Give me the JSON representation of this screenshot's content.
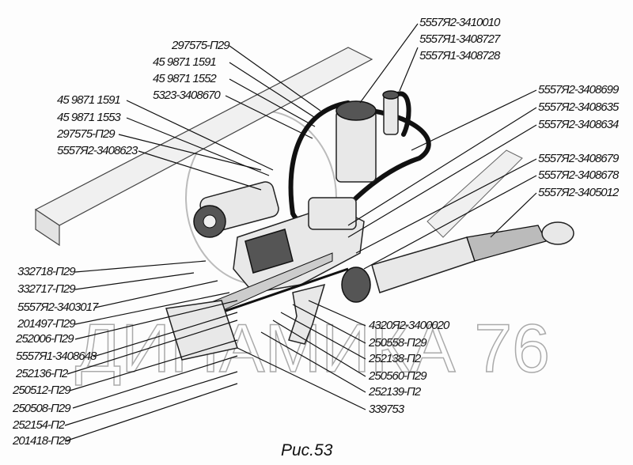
{
  "figure": {
    "caption": "Рис.53",
    "watermark": "ДИНАМИКА 76",
    "labels_top": [
      "297575-П29",
      "45 9871 1591",
      "45 9871 1552",
      "5323-3408670"
    ],
    "labels_left": [
      "45 9871 1591",
      "45 9871 1553",
      "297575-П29",
      "5557Я2-3408623"
    ],
    "labels_top_right": [
      "5557Я2-3410010",
      "5557Я1-3408727",
      "5557Я1-3408728"
    ],
    "labels_right": [
      "5557Я2-3408699",
      "5557Я2-3408635",
      "5557Я2-3408634",
      "5557Я2-3408679",
      "5557Я2-3408678",
      "5557Я2-3405012"
    ],
    "labels_bottom_left": [
      "332718-П29",
      "332717-П29",
      "5557Я2-3403017",
      "201497-П29",
      "252006-П29",
      "5557Я1-3408648",
      "252136-П2",
      "250512-П29",
      "250508-П29",
      "252154-П2",
      "201418-П29"
    ],
    "labels_bottom_mid": [
      "4320Я2-3400020",
      "250558-П29",
      "252138-П2",
      "250560-П29",
      "252139-П2",
      "339753"
    ]
  }
}
